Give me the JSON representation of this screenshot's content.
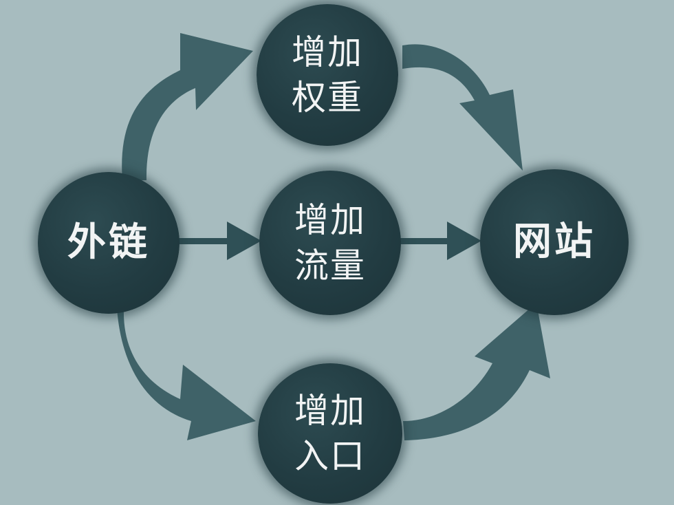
{
  "diagram": {
    "source": {
      "label": "外链"
    },
    "targets": [
      {
        "id": "weight",
        "lines": [
          "增加",
          "权重"
        ]
      },
      {
        "id": "traffic",
        "lines": [
          "增加",
          "流量"
        ]
      },
      {
        "id": "entry",
        "lines": [
          "增加",
          "入口"
        ]
      }
    ],
    "destination": {
      "label": "网站"
    },
    "edges": [
      {
        "from": "外链",
        "to": "增加权重"
      },
      {
        "from": "外链",
        "to": "增加流量"
      },
      {
        "from": "外链",
        "to": "增加入口"
      },
      {
        "from": "增加权重",
        "to": "网站"
      },
      {
        "from": "增加流量",
        "to": "网站"
      },
      {
        "from": "增加入口",
        "to": "网站"
      }
    ]
  },
  "colors": {
    "background": "#a7bcbf",
    "node": "#223c42",
    "arrow": "#3f6268",
    "text": "#f2f4f4"
  }
}
